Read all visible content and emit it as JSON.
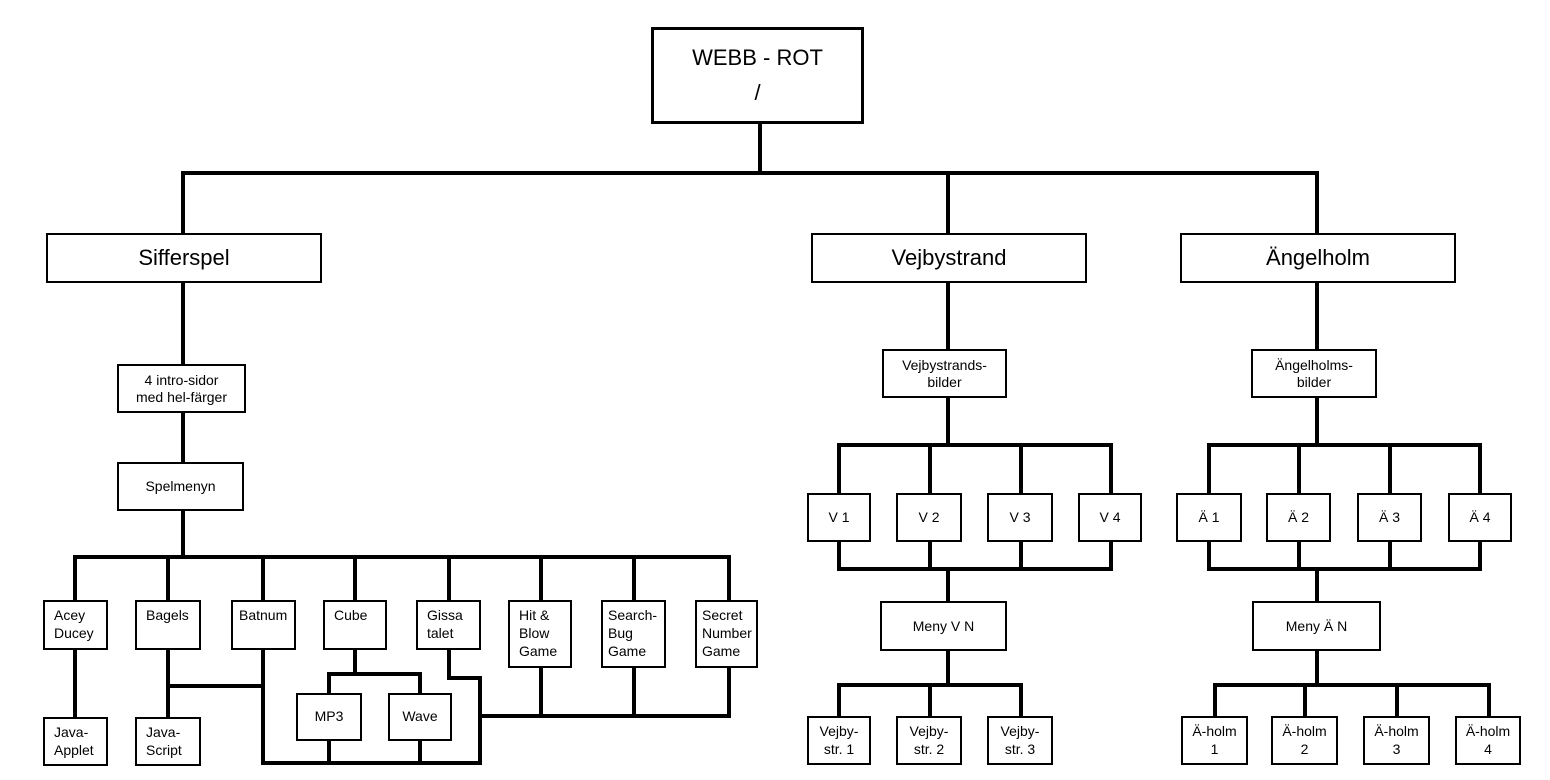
{
  "diagram": {
    "root": {
      "line1": "WEBB - ROT",
      "line2": "/"
    },
    "branches": {
      "sifferspel": "Sifferspel",
      "vejbystrand": "Vejbystrand",
      "angelholm": "Ängelholm"
    },
    "sifferspel": {
      "intro": "4 intro-sidor\nmed hel-färger",
      "menu": "Spelmenyn",
      "games": {
        "acey_ducey": "Acey\nDucey",
        "bagels": "Bagels",
        "batnum": "Batnum",
        "cube": "Cube",
        "gissa_talet": "Gissa\ntalet",
        "hit_blow": "Hit &\nBlow\nGame",
        "search_bug": "Search-\nBug\nGame",
        "secret_number": "Secret\nNumber\nGame"
      },
      "sub": {
        "java_applet": "Java-\nApplet",
        "java_script": "Java-\nScript",
        "mp3": "MP3",
        "wave": "Wave"
      }
    },
    "vejbystrand": {
      "images": "Vejbystrands-\nbilder",
      "pages": [
        "V 1",
        "V 2",
        "V 3",
        "V 4"
      ],
      "menu": "Meny   V N",
      "items": [
        "Vejby-\nstr.  1",
        "Vejby-\nstr.  2",
        "Vejby-\nstr.  3"
      ]
    },
    "angelholm": {
      "images": "Ängelholms-\nbilder",
      "pages": [
        "Ä 1",
        "Ä 2",
        "Ä 3",
        "Ä 4"
      ],
      "menu": "Meny   Ä N",
      "items": [
        "Ä-holm\n1",
        "Ä-holm\n2",
        "Ä-holm\n3",
        "Ä-holm\n4"
      ]
    }
  }
}
